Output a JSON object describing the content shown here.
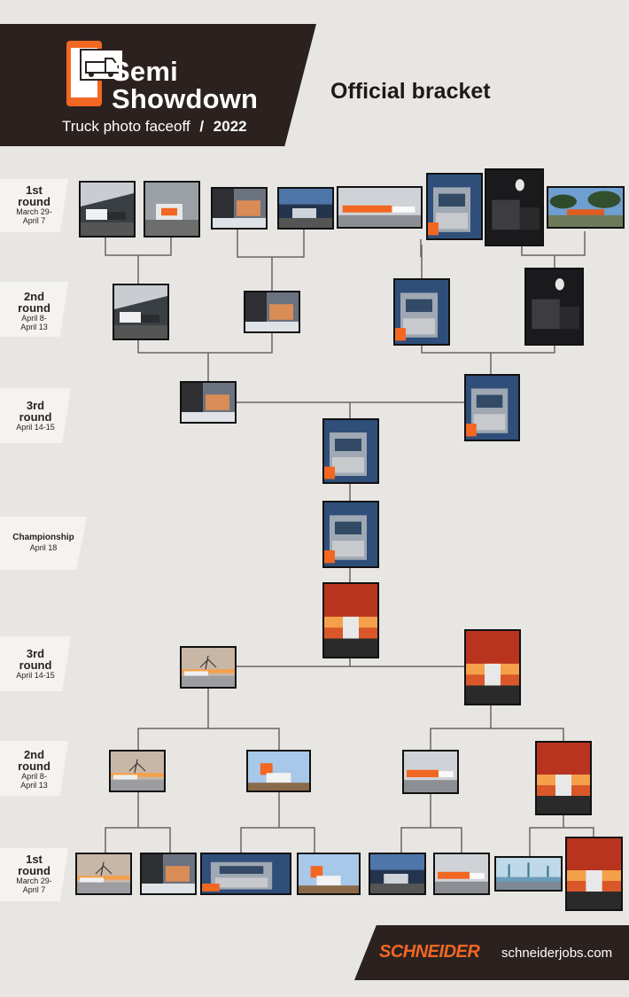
{
  "header": {
    "title_line1": "Semi",
    "title_line2": "Showdown",
    "subtitle": "Truck photo faceoff",
    "year": "2022",
    "bracket_title": "Official bracket"
  },
  "rounds": {
    "r1_top": {
      "name1": "1st",
      "name2": "round",
      "date1": "March 29-",
      "date2": "April 7"
    },
    "r2_top": {
      "name1": "2nd",
      "name2": "round",
      "date1": "April 8-",
      "date2": "April 13"
    },
    "r3_top": {
      "name1": "3rd",
      "name2": "round",
      "date1": "April 14-15"
    },
    "champ": {
      "name1": "Championship",
      "date1": "April 18"
    },
    "r3_bot": {
      "name1": "3rd",
      "name2": "round",
      "date1": "April 14-15"
    },
    "r2_bot": {
      "name1": "2nd",
      "name2": "round",
      "date1": "April 8-",
      "date2": "April 13"
    },
    "r1_bot": {
      "name1": "1st",
      "name2": "round",
      "date1": "March 29-",
      "date2": "April 7"
    }
  },
  "footer": {
    "brand": "SCHNEIDER",
    "url": "schneiderjobs.com"
  },
  "colors": {
    "brand_orange": "#f26722",
    "dark": "#2b2220",
    "background": "#e8e6e3",
    "line": "#6b6563"
  }
}
